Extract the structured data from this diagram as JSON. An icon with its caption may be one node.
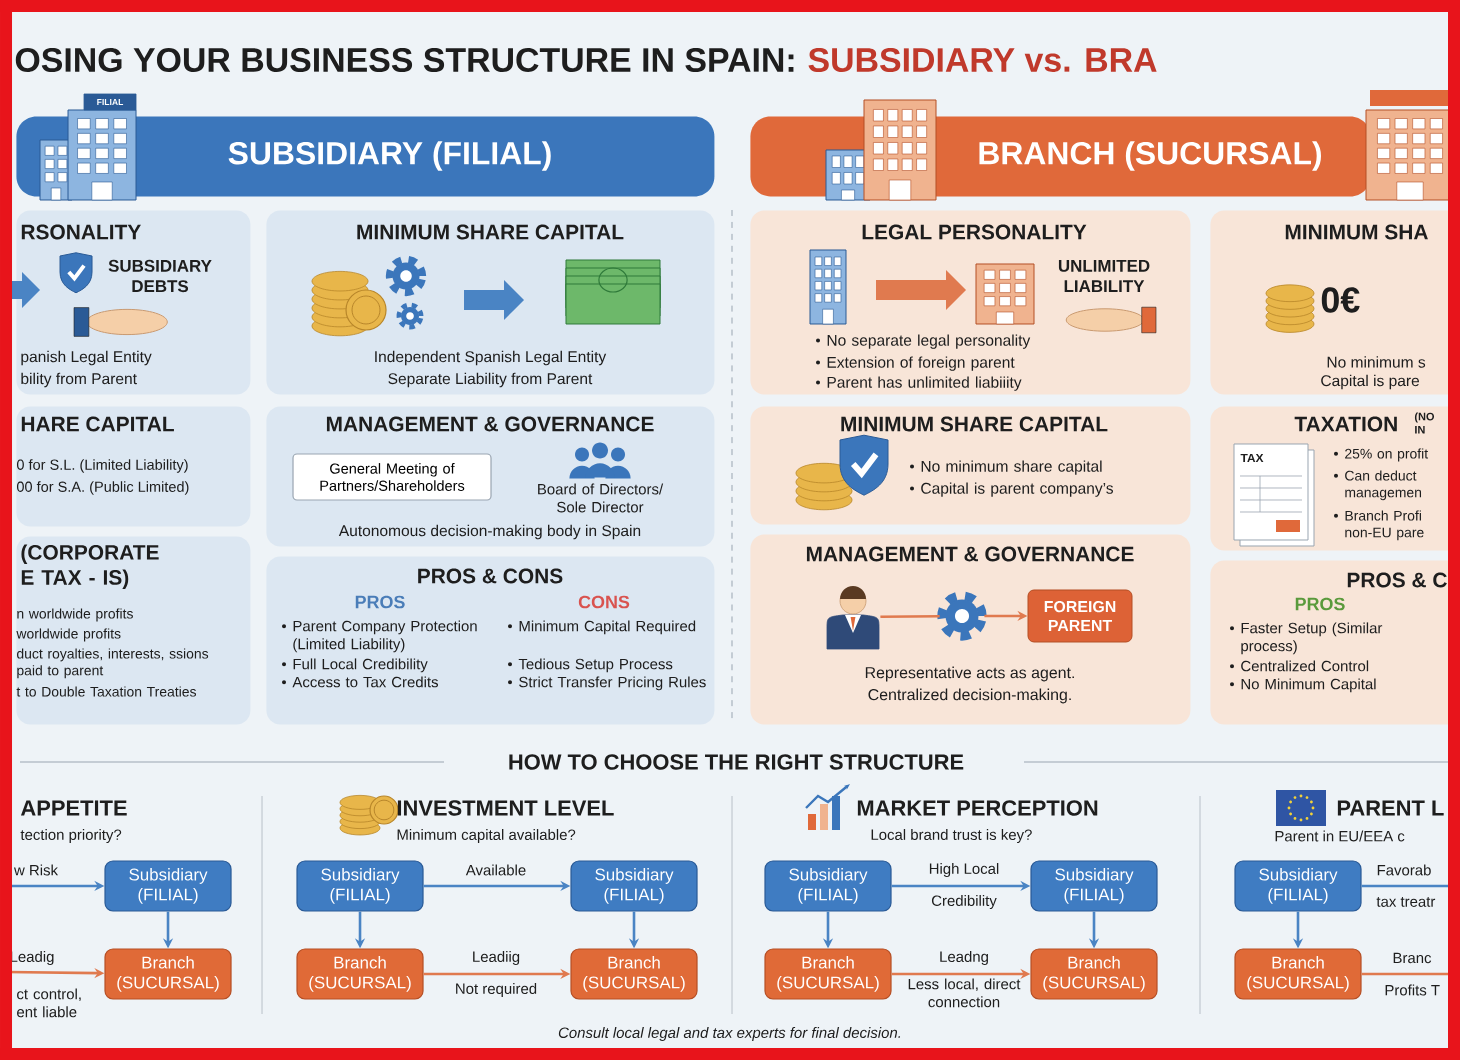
{
  "diagram": {
    "title": "OSING YOUR BUSINESS STRUCTURE IN SPAIN:",
    "caption": "*Consult local legal and tax experts for final decision.*",
    "nodes": [
      {
        "text": [
          "SUBSIDIARY (FILIAL)"
        ]
      },
      {
        "text": [
          "BRANCH (SUCURSAL)"
        ]
      },
      {
        "text": [
          "RSONALITY",
          "SUBSIDIARY DEBTS",
          "panish Legal Entity",
          "bility from Parent"
        ]
      },
      {
        "text": [
          "MINIMUM SHARE CAPITAL",
          "Independent Spanish Legal Entity",
          "Separate Liability from Parent"
        ]
      },
      {
        "text": [
          "HARE CAPITAL",
          "0 for S.L. (Limited Liability)",
          "00 for S.A. (Public Limited)"
        ]
      },
      {
        "text": [
          "MANAGEMENT & GOVERNANCE",
          "Board of Directors/ Sole Director",
          "Autonomous decision-making body in Spain"
        ]
      },
      {
        "text": [
          "General Meeting of Partners/Shareholders"
        ],
        "in": 5
      },
      {
        "text": [
          "(CORPORATE E TAX - IS)",
          "n worldwide profits",
          "worldwide profits",
          "duct royalties, interests, ssions paid to parent",
          "t to Double Taxation Treaties"
        ]
      },
      {
        "text": [
          "PROS & CONS",
          "PROS",
          "CONS",
          "Parent Company Protection (Limited Liability)",
          "Full Local Credibility",
          "Access to Tax Credits",
          "Minimum Capital Required",
          "Tedious Setup Process",
          "Strict Transfer Pricing Rules"
        ]
      },
      {
        "text": [
          "LEGAL PERSONALITY",
          "UNLIMITED LIABILITY",
          "No separate legal personality",
          "Extension of foreign parent",
          "Parent has unlimited liabiiity"
        ]
      },
      {
        "text": [
          "MINIMUM SHA",
          "0€",
          "No minimum s",
          "Capital is pare"
        ]
      },
      {
        "text": [
          "MINIMUM SHARE CAPITAL",
          "No minimum share capital",
          "Capital is parent company’s"
        ]
      },
      {
        "text": [
          "TAXATION",
          "(NO IN",
          "25% on profit",
          "Can deduct managemen",
          "Branch Profi non-EU pare"
        ]
      },
      {
        "text": [
          "MANAGEMENT & GOVERNANCE",
          "Representative acts as agent.",
          "Centralized decision-making."
        ]
      },
      {
        "text": [],
        "shape": "person",
        "in": 13
      },
      {
        "text": [],
        "shape": "picture",
        "in": 13
      },
      {
        "text": [
          "FOREIGN PARENT"
        ],
        "in": 13
      },
      {
        "text": [
          "PROS & C",
          "PROS",
          "Faster Setup (Similar process)",
          "Centralized Control",
          "No Minimum Capital"
        ]
      },
      {
        "text": [
          "Subsidiary (FILIAL)"
        ]
      },
      {
        "text": [
          "Branch (SUCURSAL)"
        ]
      },
      {
        "text": [
          "Subsidiary (FILIAL)"
        ]
      },
      {
        "text": [
          "Subsidiary (FILIAL)"
        ]
      },
      {
        "text": [
          "Branch (SUCURSAL)"
        ]
      },
      {
        "text": [
          "Branch (SUCURSAL)"
        ]
      },
      {
        "text": [
          "Subsidiary (FILIAL)"
        ]
      },
      {
        "text": [
          "Subsidiary (FILIAL)"
        ]
      },
      {
        "text": [
          "Branch (SUCURSAL)"
        ]
      },
      {
        "text": [
          "Branch (SUCURSAL)"
        ]
      },
      {
        "text": [
          "Subsidiary (FILIAL)"
        ]
      },
      {
        "text": [
          "Branch (SUCURSAL)"
        ]
      }
    ],
    "edges": [
      {
        "from": 14,
        "to": 15,
        "arrow": "none",
        "color": "#e07a4f"
      },
      {
        "from": 15,
        "to": 16,
        "arrow": "to",
        "color": "#e07a4f"
      },
      {
        "from": null,
        "to": 18,
        "arrow": "to",
        "label": "w Risk"
      },
      {
        "from": 18,
        "to": 19,
        "arrow": "to"
      },
      {
        "from": null,
        "to": 19,
        "arrow": "to",
        "label": "Leadig",
        "color": "#e07a4f"
      },
      {
        "from": 20,
        "to": 21,
        "arrow": "to",
        "label": "Available"
      },
      {
        "from": 20,
        "to": 22,
        "arrow": "to"
      },
      {
        "from": 21,
        "to": 23,
        "arrow": "to"
      },
      {
        "from": 22,
        "to": 23,
        "arrow": "to",
        "label": "Leadiig",
        "color": "#e07a4f"
      },
      {
        "from": 24,
        "to": 25,
        "arrow": "to",
        "label": "High Local"
      },
      {
        "from": 24,
        "to": 26,
        "arrow": "to"
      },
      {
        "from": 25,
        "to": 27,
        "arrow": "to"
      },
      {
        "from": 26,
        "to": 27,
        "arrow": "to",
        "label": "Leadng",
        "color": "#e07a4f"
      },
      {
        "from": 28,
        "to": 29,
        "arrow": "to"
      },
      {
        "from": 28,
        "to": null,
        "arrow": "none",
        "label": "Favorab"
      },
      {
        "from": 29,
        "to": null,
        "arrow": "none",
        "label": "Branc",
        "color": "#e07a4f"
      }
    ],
    "labels": [
      "SUBSIDIARY vs. BRA",
      "FILIAL",
      "TAX",
      "HOW TO CHOOSE THE RIGHT STRUCTURE",
      "APPETITE",
      "tection priority?",
      "ct control, ent liable",
      "INVESTMENT LEVEL",
      "Minimum capital available?",
      "Not required",
      "MARKET PERCEPTION",
      "Local brand trust is key?",
      "Credibility",
      "Less local, direct connection",
      "PARENT L",
      "Parent in EU/EEA c",
      "tax treatr",
      "Profits T"
    ]
  }
}
